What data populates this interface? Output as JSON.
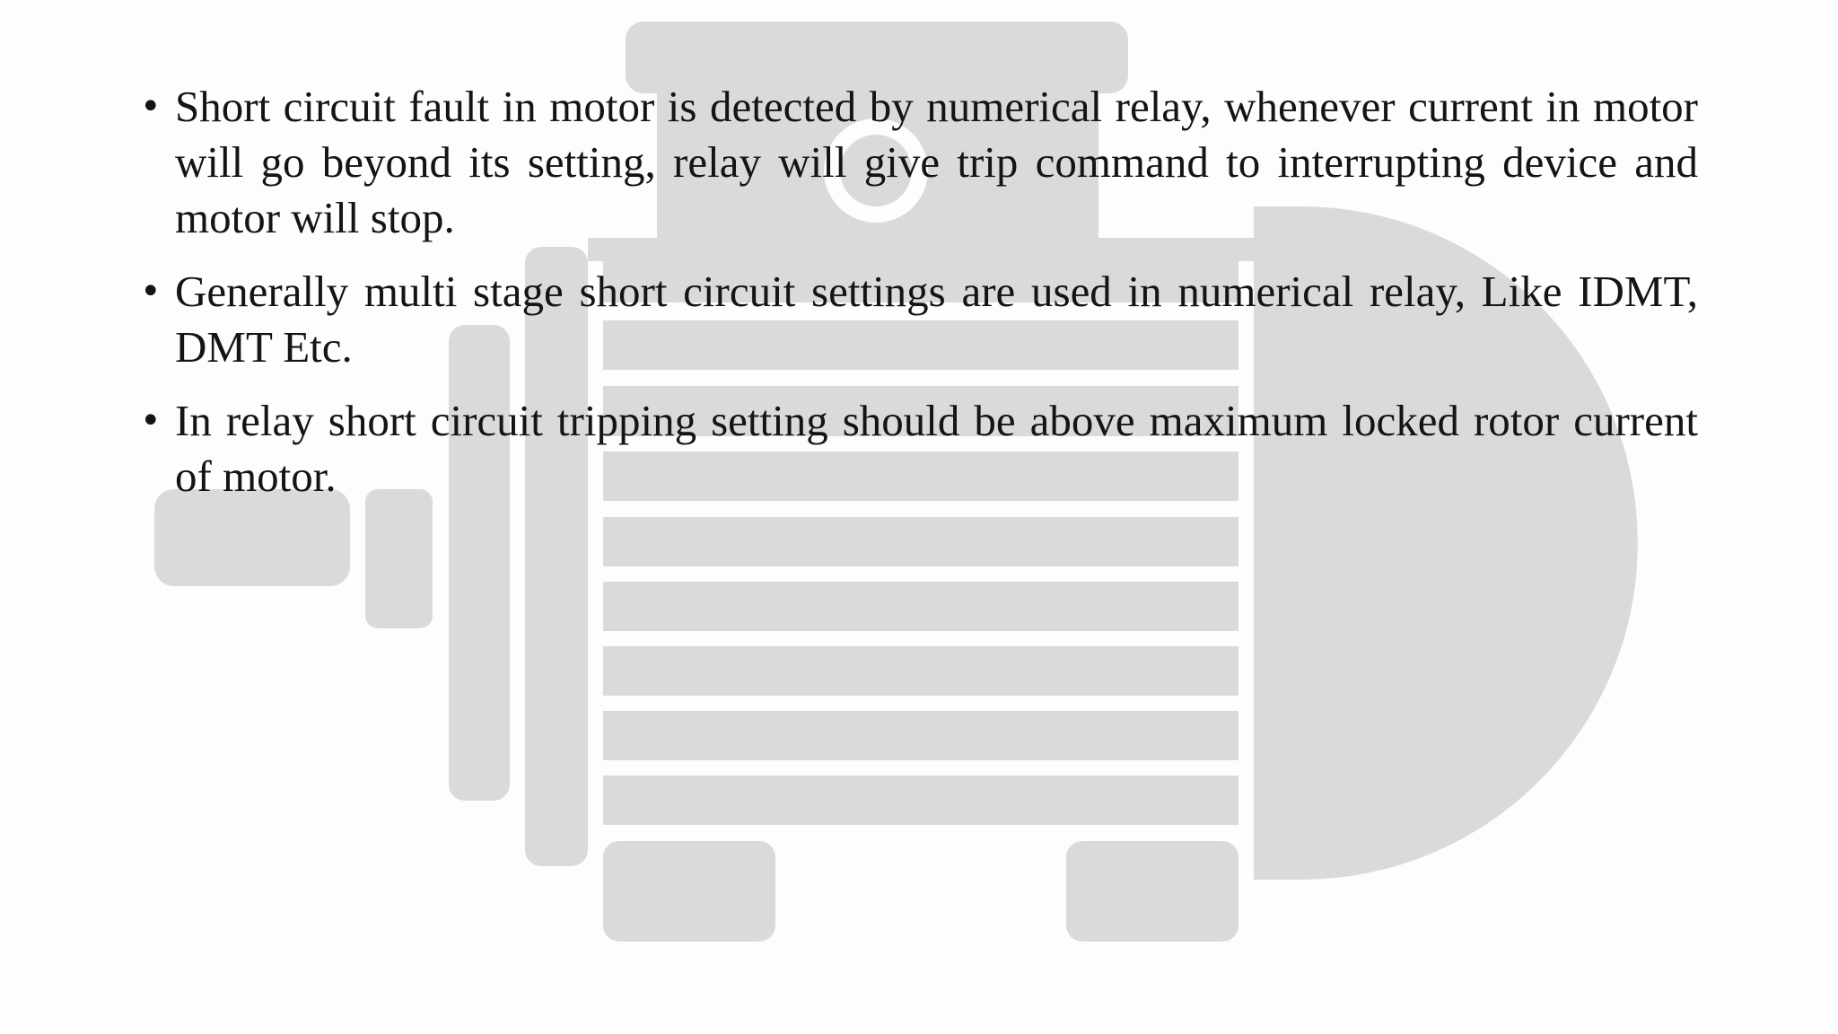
{
  "slide": {
    "background_color": "#fdfdfd",
    "watermark_icon": "electric-motor-icon",
    "watermark_color": "#dadada",
    "bullets": [
      {
        "marker": "•",
        "text": "Short circuit fault in motor is detected by numerical relay, whenever current in motor will go beyond its setting, relay will give trip command to interrupting device and motor will stop."
      },
      {
        "marker": "•",
        "text": "Generally multi stage short circuit settings are used in numerical relay, Like IDMT, DMT Etc."
      },
      {
        "marker": "•",
        "text": "In relay short circuit tripping setting should be above maximum locked rotor current of motor."
      }
    ]
  }
}
